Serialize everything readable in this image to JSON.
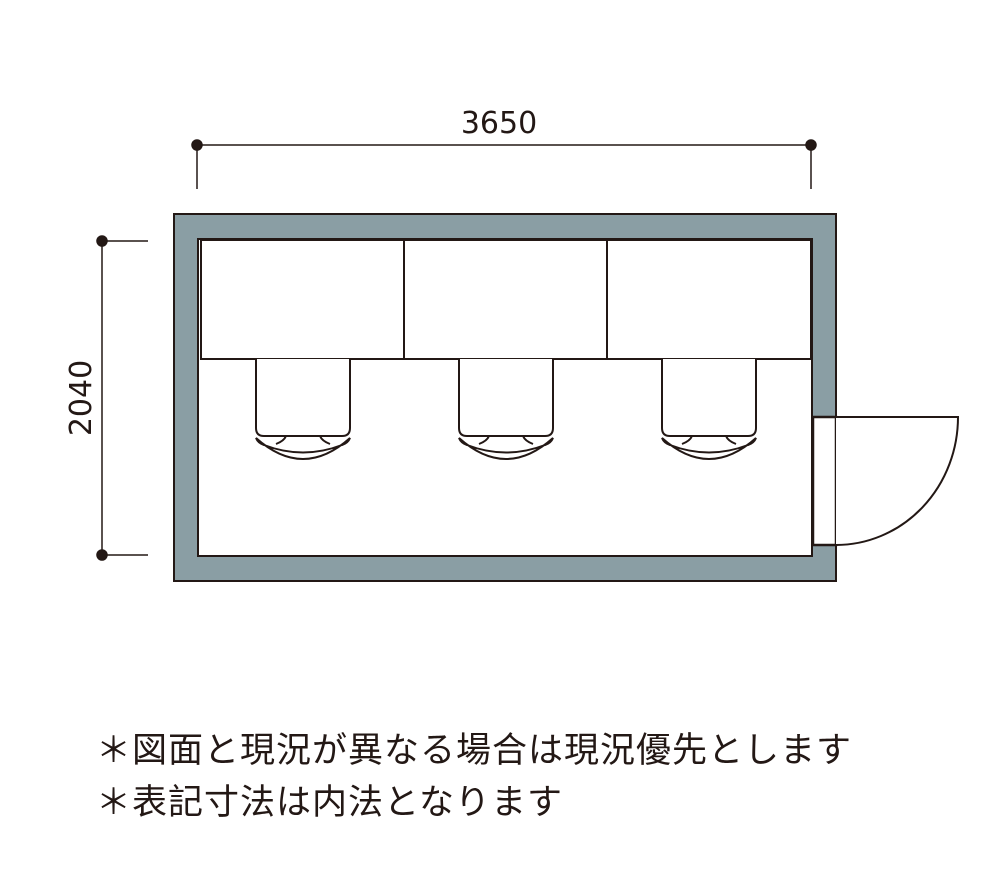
{
  "dimensions": {
    "width_label": "3650",
    "depth_label": "2040"
  },
  "layout": {
    "desks": 3,
    "chairs": 3,
    "doors": 1
  },
  "colors": {
    "wall": "#8a9ea4",
    "line": "#231815"
  },
  "notes": [
    "＊図面と現況が異なる場合は現況優先とします",
    "＊表記寸法は内法となります"
  ]
}
